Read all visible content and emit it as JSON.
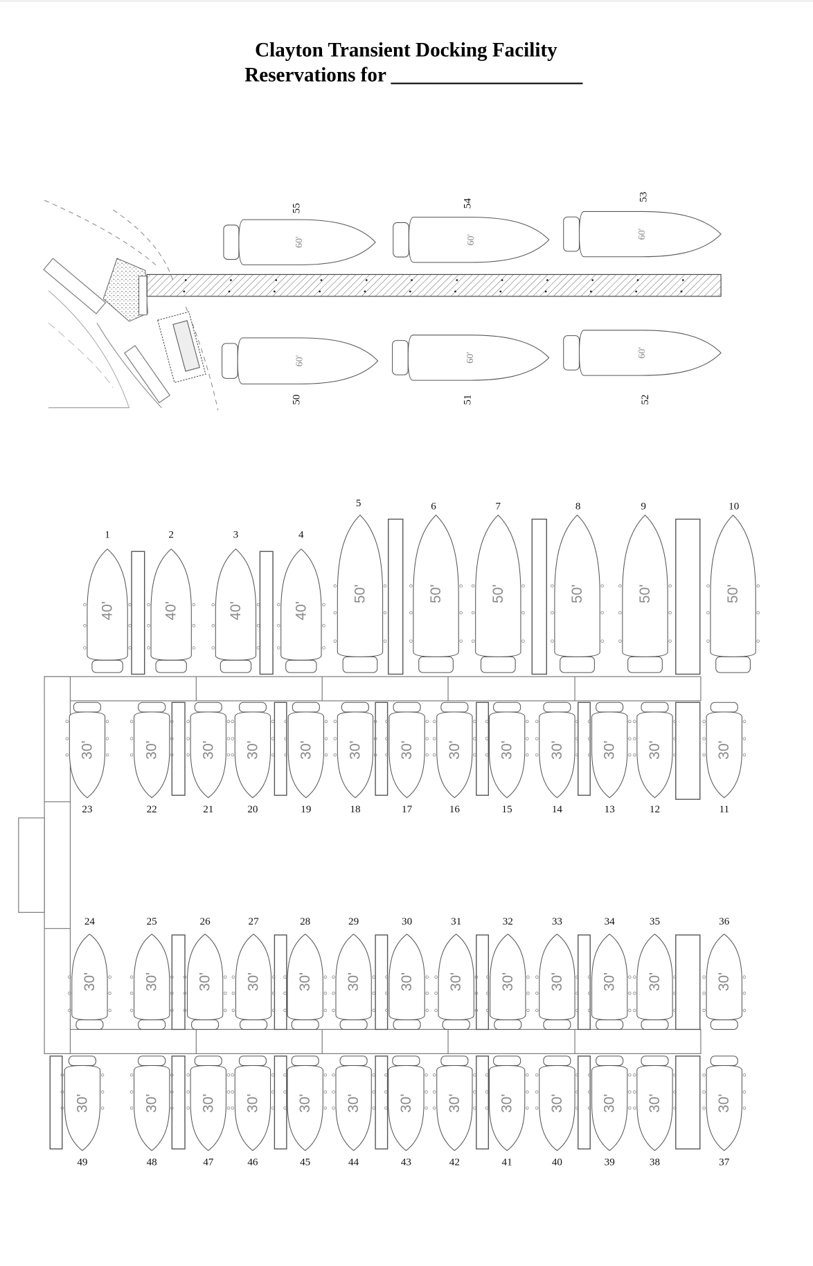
{
  "header": {
    "title": "Clayton Transient Docking Facility",
    "subtitle": "Reservations for ___________________"
  },
  "slips": [
    {
      "number": "1",
      "size": "40'"
    },
    {
      "number": "2",
      "size": "40'"
    },
    {
      "number": "3",
      "size": "40'"
    },
    {
      "number": "4",
      "size": "40'"
    },
    {
      "number": "5",
      "size": "50'"
    },
    {
      "number": "6",
      "size": "50'"
    },
    {
      "number": "7",
      "size": "50'"
    },
    {
      "number": "8",
      "size": "50'"
    },
    {
      "number": "9",
      "size": "50'"
    },
    {
      "number": "10",
      "size": "50'"
    },
    {
      "number": "11",
      "size": "30'"
    },
    {
      "number": "12",
      "size": "30'"
    },
    {
      "number": "13",
      "size": "30'"
    },
    {
      "number": "14",
      "size": "30'"
    },
    {
      "number": "15",
      "size": "30'"
    },
    {
      "number": "16",
      "size": "30'"
    },
    {
      "number": "17",
      "size": "30'"
    },
    {
      "number": "18",
      "size": "30'"
    },
    {
      "number": "19",
      "size": "30'"
    },
    {
      "number": "20",
      "size": "30'"
    },
    {
      "number": "21",
      "size": "30'"
    },
    {
      "number": "22",
      "size": "30'"
    },
    {
      "number": "23",
      "size": "30'"
    },
    {
      "number": "24",
      "size": "30'"
    },
    {
      "number": "25",
      "size": "30'"
    },
    {
      "number": "26",
      "size": "30'"
    },
    {
      "number": "27",
      "size": "30'"
    },
    {
      "number": "28",
      "size": "30'"
    },
    {
      "number": "29",
      "size": "30'"
    },
    {
      "number": "30",
      "size": "30'"
    },
    {
      "number": "31",
      "size": "30'"
    },
    {
      "number": "32",
      "size": "30'"
    },
    {
      "number": "33",
      "size": "30'"
    },
    {
      "number": "34",
      "size": "30'"
    },
    {
      "number": "35",
      "size": "30'"
    },
    {
      "number": "36",
      "size": "30'"
    },
    {
      "number": "37",
      "size": "30'"
    },
    {
      "number": "38",
      "size": "30'"
    },
    {
      "number": "39",
      "size": "30'"
    },
    {
      "number": "40",
      "size": "30'"
    },
    {
      "number": "41",
      "size": "30'"
    },
    {
      "number": "42",
      "size": "30'"
    },
    {
      "number": "43",
      "size": "30'"
    },
    {
      "number": "44",
      "size": "30'"
    },
    {
      "number": "45",
      "size": "30'"
    },
    {
      "number": "46",
      "size": "30'"
    },
    {
      "number": "47",
      "size": "30'"
    },
    {
      "number": "48",
      "size": "30'"
    },
    {
      "number": "49",
      "size": "30'"
    },
    {
      "number": "50",
      "size": "60'"
    },
    {
      "number": "51",
      "size": "60'"
    },
    {
      "number": "52",
      "size": "60'"
    },
    {
      "number": "53",
      "size": "60'"
    },
    {
      "number": "54",
      "size": "60'"
    },
    {
      "number": "55",
      "size": "60'"
    }
  ]
}
